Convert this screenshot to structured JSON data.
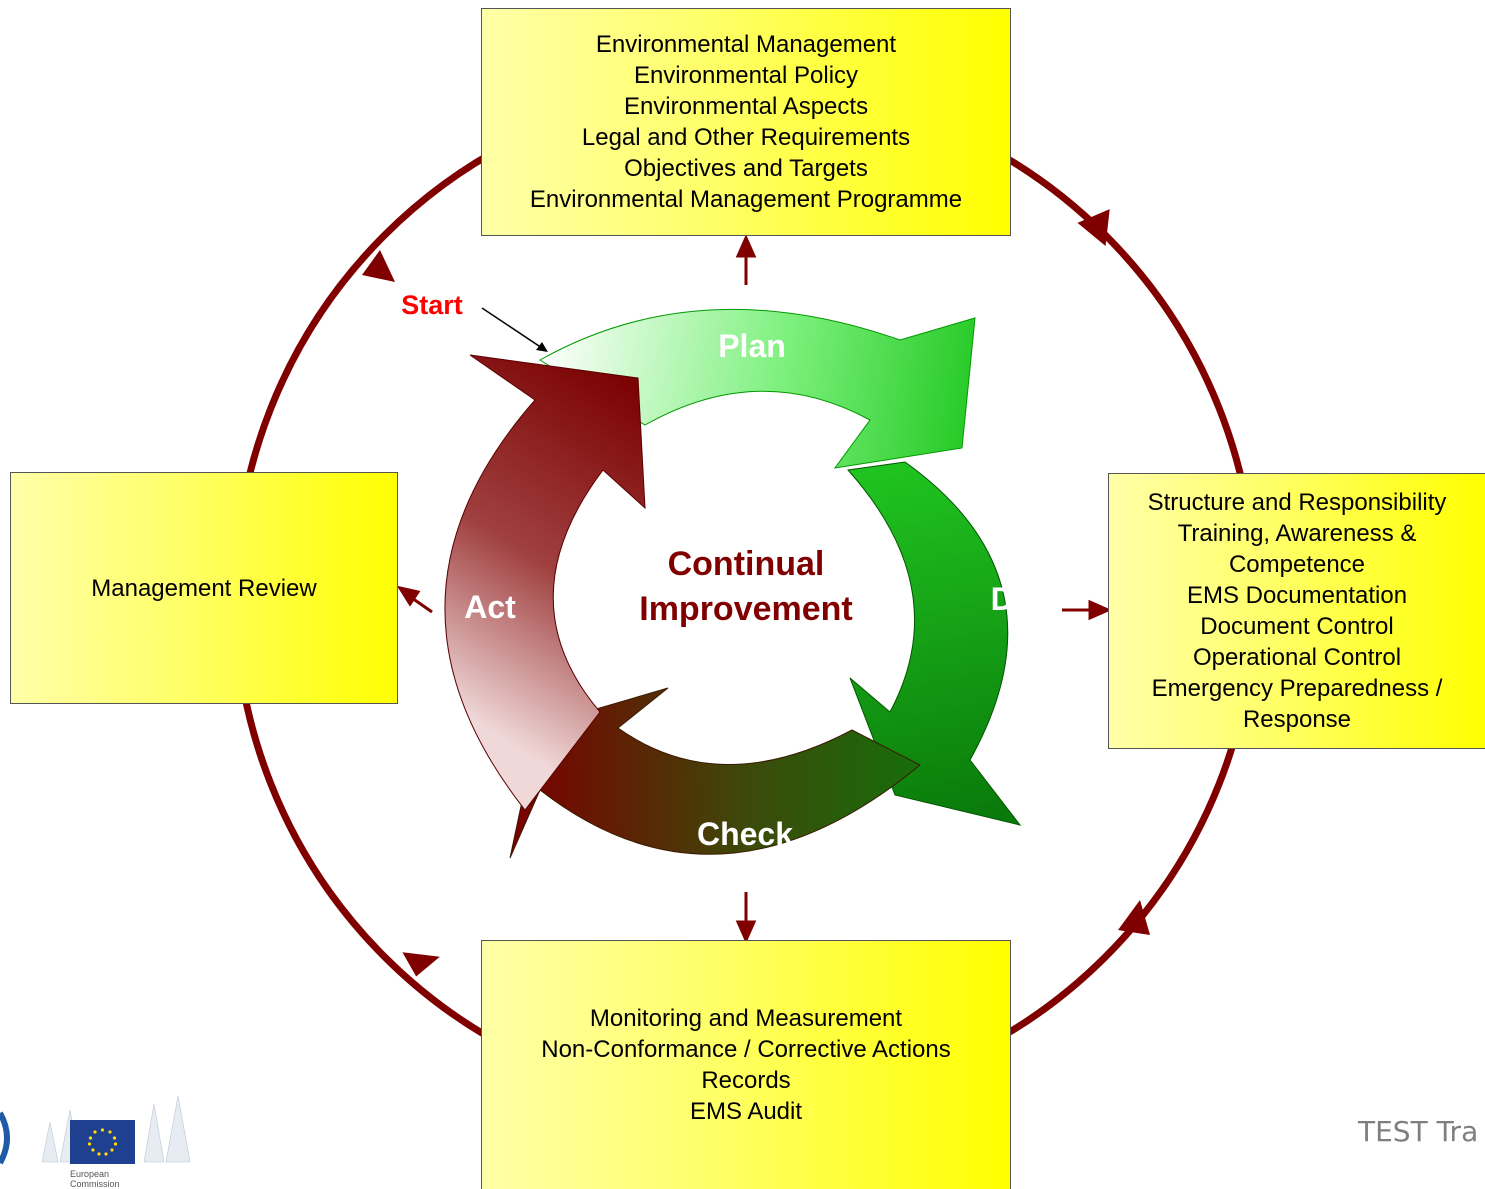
{
  "boxes": {
    "plan": [
      "Environmental Management",
      "Environmental Policy",
      "Environmental Aspects",
      "Legal and Other Requirements",
      "Objectives and Targets",
      "Environmental Management Programme"
    ],
    "do": [
      "Structure and Responsibility",
      "Training, Awareness &",
      "Competence",
      "EMS Documentation",
      "Document Control",
      "Operational Control",
      "Emergency Preparedness /",
      "Response"
    ],
    "check": [
      "Monitoring and Measurement",
      "Non-Conformance / Corrective Actions",
      "Records",
      "EMS Audit"
    ],
    "act": [
      "Management Review"
    ]
  },
  "cycle": {
    "plan_label": "Plan",
    "do_label": "Do",
    "check_label": "Check",
    "act_label": "Act",
    "center_line1": "Continual",
    "center_line2": "Improvement",
    "start_label": "Start"
  },
  "footer": {
    "text": "TEST Tra",
    "ec_logo_line1": "European",
    "ec_logo_line2": "Commission"
  },
  "colors": {
    "box_fill": "#ffff00",
    "outer_ring": "#800000",
    "plan_do_green": "#00a000",
    "act_red": "#7f0000",
    "center_text": "#800000",
    "start_text": "#ff0000"
  }
}
